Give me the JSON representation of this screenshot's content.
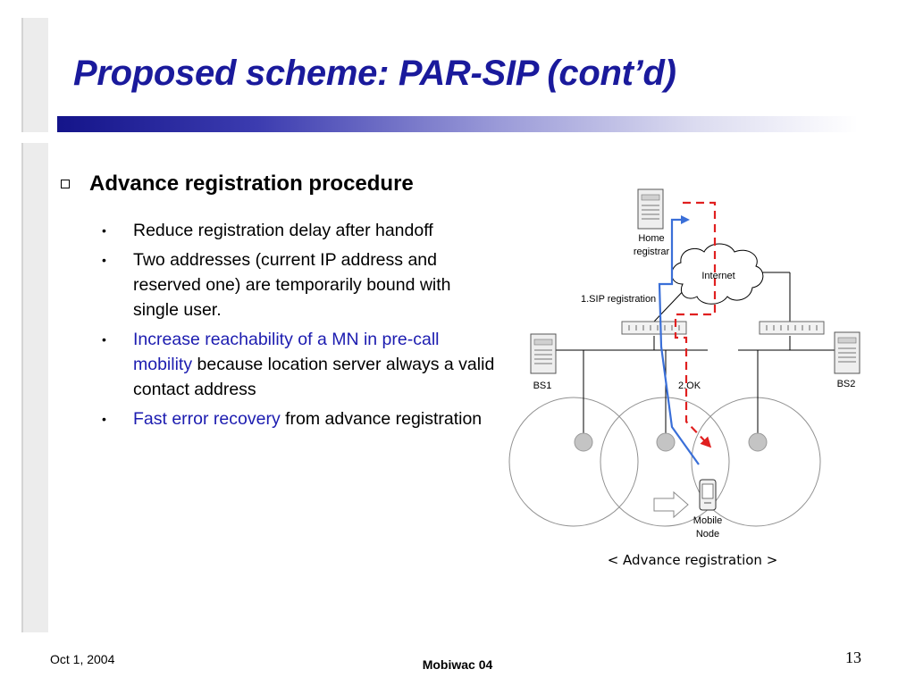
{
  "slide": {
    "title": "Proposed scheme: PAR-SIP (cont’d)",
    "heading": "Advance registration procedure",
    "bullets": [
      {
        "segments": [
          {
            "text": "Reduce registration delay after handoff",
            "color": "black"
          }
        ]
      },
      {
        "segments": [
          {
            "text": "Two addresses (current IP address and reserved one) are temporarily bound with single user.",
            "color": "black"
          }
        ]
      },
      {
        "segments": [
          {
            "text": "Increase reachability of a MN in pre-call mobility",
            "color": "blue"
          },
          {
            "text": " because location server always a valid contact address",
            "color": "black"
          }
        ]
      },
      {
        "segments": [
          {
            "text": "Fast error recovery",
            "color": "blue"
          },
          {
            "text": " from advance registration",
            "color": "black"
          }
        ]
      }
    ]
  },
  "diagram": {
    "home_registrar_label": [
      "Home",
      "registrar"
    ],
    "internet_label": "Internet",
    "sip_registration_label": "1.SIP registration",
    "ok_label": "2.OK",
    "bs1_label": "BS1",
    "bs2_label": "BS2",
    "mobile_node_label": [
      "Mobile",
      "Node"
    ],
    "caption": "< Advance registration >",
    "colors": {
      "solid_path": "#3a6fd8",
      "dashed_path": "#e02020",
      "node": "#c4c4c4"
    }
  },
  "footer": {
    "date": "Oct 1, 2004",
    "center": "Mobiwac 04",
    "page": "13"
  }
}
